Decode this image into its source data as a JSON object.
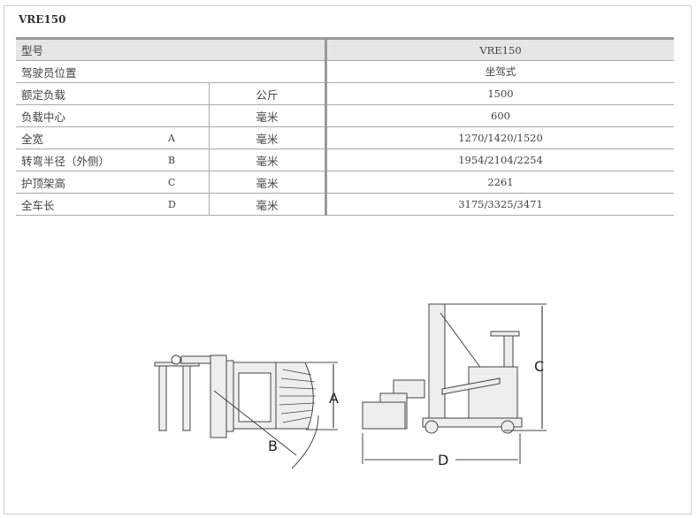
{
  "title": "VRE150",
  "table": {
    "header": {
      "label": "型号",
      "value": "VRE150"
    },
    "driver": {
      "label": "驾驶员位置",
      "value": "坐驾式"
    },
    "rows": [
      {
        "label": "额定负载",
        "letter": "",
        "unit": "公斤",
        "value": "1500"
      },
      {
        "label": "负载中心",
        "letter": "",
        "unit": "毫米",
        "value": "600"
      },
      {
        "label": "全宽",
        "letter": "A",
        "unit": "毫米",
        "value": "1270/1420/1520"
      },
      {
        "label": "转弯半径（外侧）",
        "letter": "B",
        "unit": "毫米",
        "value": "1954/2104/2254"
      },
      {
        "label": "护顶架高",
        "letter": "C",
        "unit": "毫米",
        "value": "2261"
      },
      {
        "label": "全车长",
        "letter": "D",
        "unit": "毫米",
        "value": "3175/3325/3471"
      }
    ]
  },
  "diagram": {
    "labels": {
      "a": "A",
      "b": "B",
      "c": "C",
      "d": "D"
    }
  }
}
